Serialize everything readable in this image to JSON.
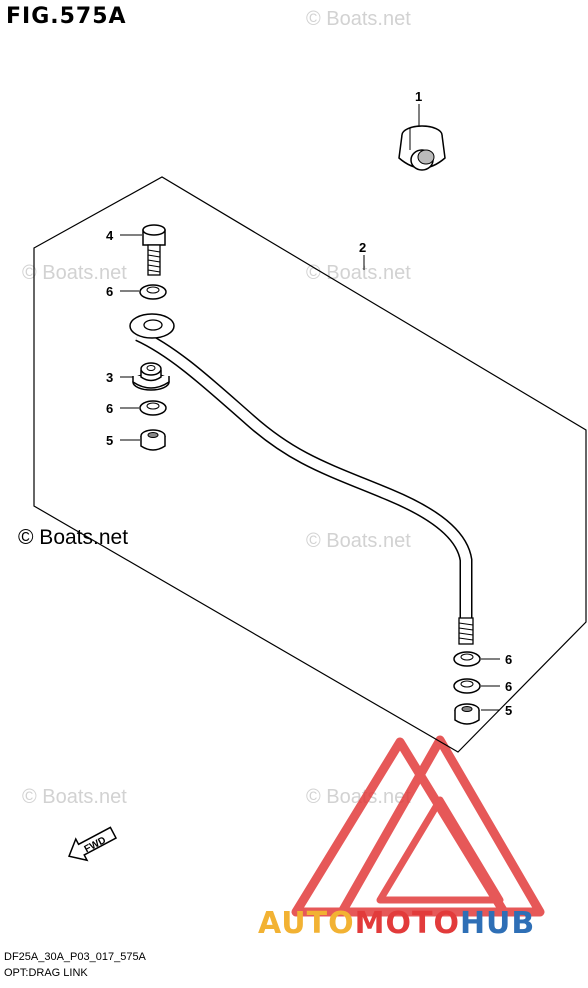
{
  "figure": {
    "title": "FIG.575A"
  },
  "watermarks": {
    "primary": "© Boats.net",
    "secondary": "© Boats.net"
  },
  "callouts": {
    "c1": "1",
    "c2": "2",
    "c3": "3",
    "c4": "4",
    "c5a": "5",
    "c5b": "5",
    "c6a": "6",
    "c6b": "6",
    "c6c": "6",
    "c6d": "6"
  },
  "fwd_label": "FWD",
  "footer": {
    "code": "DF25A_30A_P03_017_575A",
    "caption": "OPT:DRAG LINK"
  },
  "brand": {
    "part1": "AUTO",
    "part2": "MOTO",
    "part3": "HUB"
  },
  "colors": {
    "logo_red": "#e23b3b",
    "logo_orange": "#f2b233",
    "logo_blue": "#2e6fb6",
    "watermark_gray": "#d2d2d2"
  }
}
